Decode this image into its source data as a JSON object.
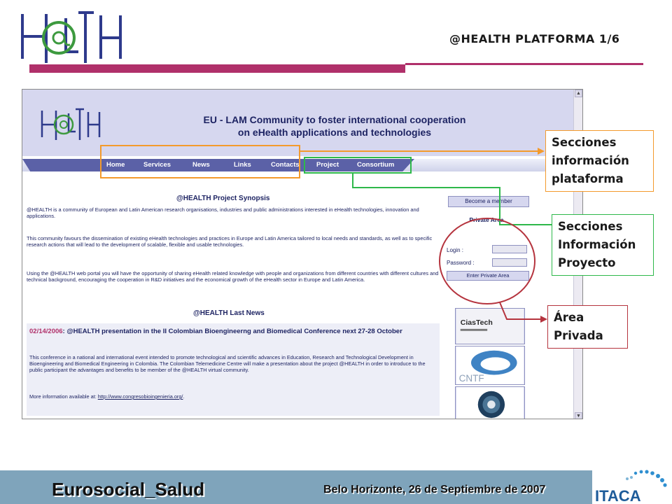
{
  "slide": {
    "title": "@HEALTH PLATFORMA  1/6",
    "logo_text": "@HEALTH"
  },
  "website": {
    "title_line1": "EU - LAM Community to foster international cooperation",
    "title_line2": "on eHealth applications and technologies",
    "nav": [
      "Home",
      "Services",
      "News",
      "Links",
      "Contacts",
      "Project",
      "Consortium"
    ],
    "synopsis_title": "@HEALTH Project Synopsis",
    "paragraphs": [
      "@HEALTH is a community of European and Latin American research organisations, industries and public administrations interested in eHealth technologies, innovation and applications.",
      "This community favours the dissemination of existing eHealth technologies and practices in Europe and Latin America tailored to local needs and standards, as well as to specific research actions that will lead to the development of scalable, flexible and usable technologies.",
      "Using the @HEALTH web portal you will have the opportunity of sharing eHealth related knowledge with people and organizations from different countries with different cultures and technical background, encouraging the cooperation in R&D initiatives and the economical growth of the eHealth sector in Europe and Latin America."
    ],
    "become_member": "Become a member",
    "private_area": {
      "title": "Private Area",
      "login_label": "Login :",
      "password_label": "Password :",
      "enter_button": "Enter Private Area"
    },
    "news_title": "@HEALTH Last News",
    "news": {
      "date": "02/14/2006",
      "headline": ": @HEALTH presentation in the II Colombian Bioengineerng and Biomedical Conference next 27-28 October",
      "body": "This conference in a national and international event intended to promote technological and scientific advances in Education, Research and Technological Development in Bioengineering and Biomedical Engineering in Colombia. The Colombian Telemedicine Centre will make a presentation about the project @HEALTH in order to introduce to the public participant the advantages and benefits to be member of the @HEALTH virtual community.",
      "more_prefix": "More information available at: ",
      "more_link": "http://www.congresobioingenieria.org/",
      "more_suffix": "."
    },
    "sponsors": [
      "CiasTech",
      "CNTF",
      "Seal"
    ]
  },
  "callouts": {
    "info_plataforma": [
      "Secciones",
      "información",
      "plataforma"
    ],
    "info_proyecto": [
      "Secciones",
      "Información",
      "Proyecto"
    ],
    "area_privada": [
      "Área",
      "Privada"
    ]
  },
  "footer": {
    "left": "Eurosocial_Salud",
    "right": "Belo Horizonte, 26 de Septiembre de 2007",
    "logo": "ITACA"
  },
  "colors": {
    "accent": "#b0306a",
    "nav_dark": "#5b61a7",
    "site_text": "#1e2463",
    "footer_bg": "#7fa4bb",
    "orange_annotation": "#f39a2c",
    "green_annotation": "#2eb84a",
    "red_annotation": "#b5343e"
  }
}
